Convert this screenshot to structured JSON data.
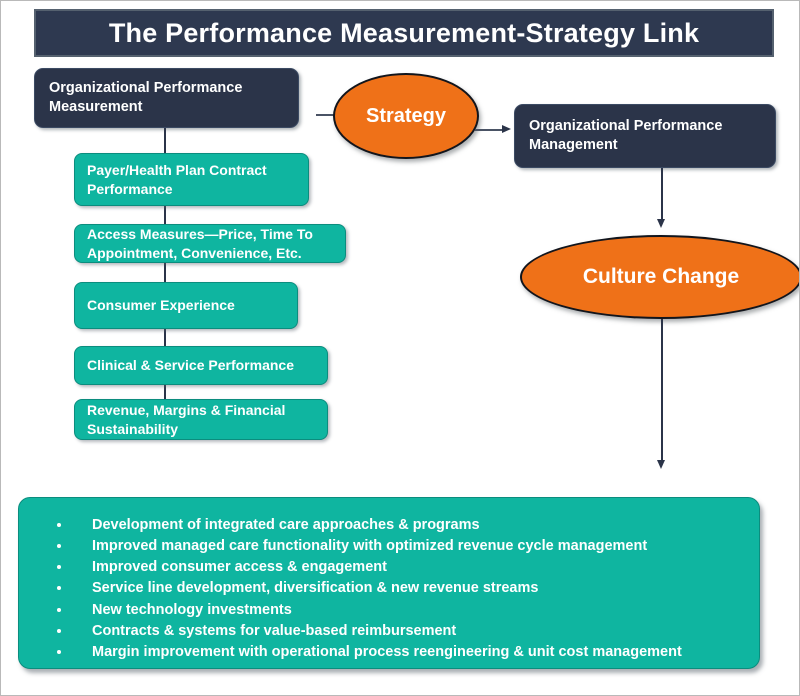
{
  "title": {
    "text": "The Performance Measurement-Strategy Link"
  },
  "colors": {
    "navy": "#2b3449",
    "teal": "#0fb5a0",
    "orange": "#ef7118",
    "title_bar": "#2e3950",
    "text_on_dark": "#ffffff",
    "page_background": "#ffffff"
  },
  "left_branch": {
    "header": "Organizational Performance Measurement",
    "measures": [
      "Payer/Health Plan Contract Performance",
      "Access Measures—Price, Time To Appointment, Convenience, Etc.",
      "Consumer Experience",
      "Clinical & Service Performance",
      "Revenue, Margins & Financial Sustainability"
    ]
  },
  "center": {
    "strategy_label": "Strategy"
  },
  "right_branch": {
    "header": "Organizational Performance Management",
    "culture_label": "Culture Change"
  },
  "outcomes": {
    "bullets": [
      "Development of integrated care approaches & programs",
      "Improved managed care functionality with optimized revenue cycle management",
      "Improved consumer access & engagement",
      "Service line development, diversification & new revenue streams",
      "New technology investments",
      "Contracts & systems for value-based reimbursement",
      "Margin improvement with operational process reengineering & unit cost management"
    ]
  }
}
